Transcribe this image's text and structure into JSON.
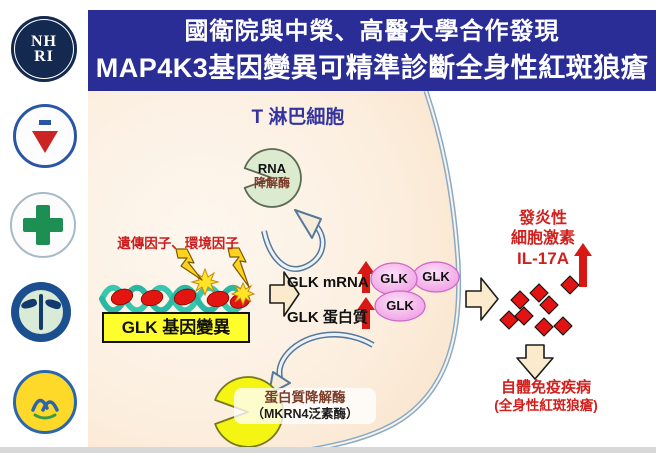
{
  "title": {
    "line1": "國衛院與中榮、高醫大學合作發現",
    "line2": "MAP4K3基因變異可精準診斷全身性紅斑狼瘡"
  },
  "sidebar": {
    "logos": [
      {
        "name": "national-health-research-institutes",
        "monogram_top": "NH",
        "monogram_bottom": "RI"
      },
      {
        "name": "kaohsiung-medical-university"
      },
      {
        "name": "taichung-veterans-general-hospital"
      },
      {
        "name": "hospital-caduceus-emblem"
      },
      {
        "name": "ministry-of-health-and-welfare"
      }
    ]
  },
  "cell": {
    "label": "T 淋巴細胞"
  },
  "rna_enzyme": {
    "line1": "RNA",
    "line2": "降解酶"
  },
  "factors": {
    "label": "遺傳因子、環境因子"
  },
  "gene_box": {
    "label": "GLK 基因變異"
  },
  "expression": {
    "mrna_label": "GLK mRNA",
    "protein_label": "GLK 蛋白質"
  },
  "glk_ovals": {
    "o1": "GLK",
    "o2": "GLK",
    "o3": "GLK"
  },
  "cytokine": {
    "line1": "發炎性",
    "line2": "細胞激素",
    "line3": "IL-17A"
  },
  "disease": {
    "line1": "自體免疫疾病",
    "line2": "(全身性紅斑狼瘡)"
  },
  "protease": {
    "line1": "蛋白質降解酶",
    "line2": "（MKRN4泛素酶）"
  },
  "colors": {
    "banner_bg": "#2a2d96",
    "banner_text": "#ffffff",
    "accent_red": "#d01f1c",
    "yellow_box": "#ffff2e",
    "cell_fill": "#fbe7d0",
    "membrane_blue": "#85abcb",
    "glk_pink": "#f0a2e6",
    "enzyme_green": "#dcead0",
    "enzyme_yellow": "#f5f513"
  }
}
